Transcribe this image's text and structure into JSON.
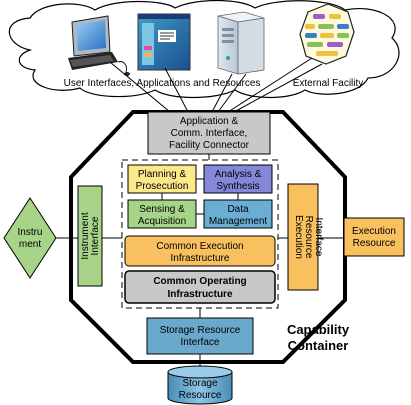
{
  "cloud": {
    "caption_left": "User Interfaces, Applications and Resources",
    "caption_right": "External Facility"
  },
  "interface": {
    "line1": "Application &",
    "line2": "Comm. Interface,",
    "line3": "Facility Connector"
  },
  "core": {
    "planning": [
      "Planning &",
      "Prosecution"
    ],
    "analysis": [
      "Analysis &",
      "Synthesis"
    ],
    "sensing": [
      "Sensing &",
      "Acquisition"
    ],
    "data": [
      "Data",
      "Management"
    ],
    "cei": [
      "Common Execution",
      "Infrastructure"
    ],
    "coi": [
      "Common Operating",
      "Infrastructure"
    ]
  },
  "instrument": [
    "Instru",
    "ment"
  ],
  "instrument_interface": [
    "Instrument",
    "Interface"
  ],
  "execution_interface": [
    "Execution",
    "Resource",
    "Interface"
  ],
  "execution_resource": [
    "Execution",
    "Resource"
  ],
  "storage_interface": [
    "Storage Resource",
    "Interface"
  ],
  "storage_resource": [
    "Storage",
    "Resource"
  ],
  "container_title": [
    "Capability",
    "Container"
  ],
  "colors": {
    "yellow": "#fde88a",
    "purple": "#8488d8",
    "green": "#a8d48a",
    "blue": "#6aaed4",
    "orange": "#f9c060",
    "gray": "#c8c8c8",
    "storage": "#6aa8cc"
  }
}
